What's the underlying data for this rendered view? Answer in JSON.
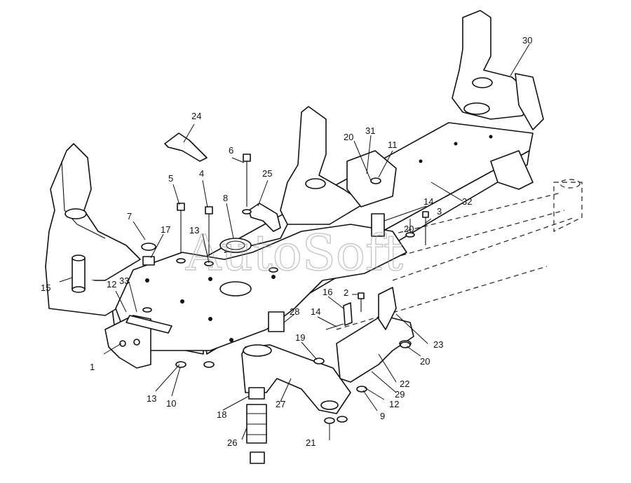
{
  "watermark": "AutoSoft",
  "callouts": [
    "1",
    "2",
    "3",
    "4",
    "5",
    "6",
    "7",
    "8",
    "9",
    "10",
    "11",
    "12",
    "13",
    "14",
    "15",
    "16",
    "17",
    "18",
    "19",
    "20",
    "21",
    "22",
    "23",
    "24",
    "25",
    "26",
    "27",
    "28",
    "29",
    "30",
    "31",
    "32",
    "33"
  ]
}
